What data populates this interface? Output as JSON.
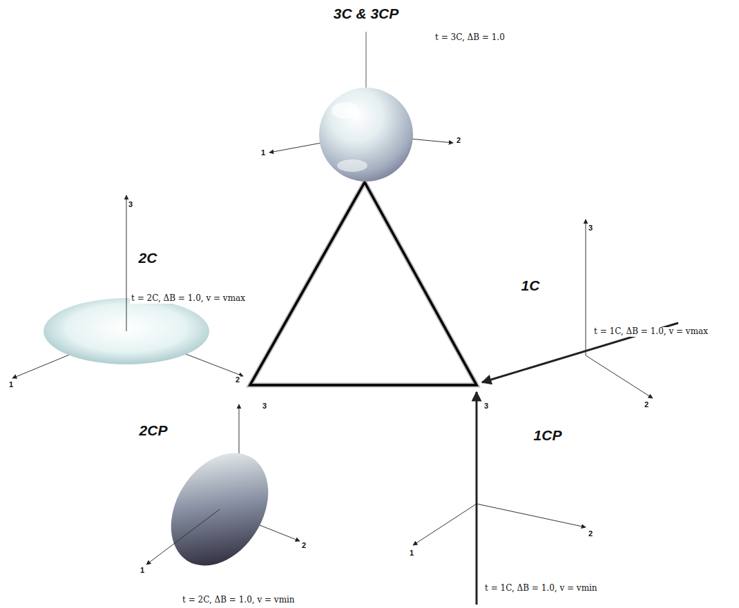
{
  "diagram": {
    "labels": [
      "3C & 3CP",
      "t = 3C, ΔB = 1.0",
      "1",
      "2",
      "3",
      "2C",
      "t = 2C, ΔB = 1.0, v = vmax",
      "1C",
      "3",
      "t = 1C, ΔB = 1.0, v = vmax",
      "1",
      "2",
      "2",
      "3",
      "2CP",
      "3",
      "1CP",
      "1",
      "2",
      "1",
      "2",
      "t = 1C, ΔB = 1.0, v = vmin",
      "t = 2C, ΔB = 1.0, v = vmin"
    ]
  }
}
